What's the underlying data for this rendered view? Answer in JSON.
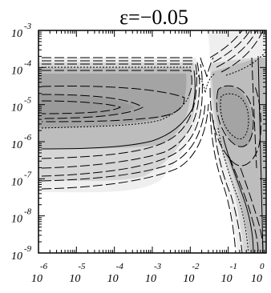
{
  "chart_data": {
    "type": "contour",
    "title": "ε=−0.05",
    "x_scale": "log",
    "y_scale": "log",
    "xlim": [
      1e-06,
      1
    ],
    "ylim": [
      1e-09,
      0.001
    ],
    "x_tick_exponents": [
      "-6",
      "-5",
      "-4",
      "-3",
      "-2",
      "-1",
      "0"
    ],
    "y_tick_exponents": [
      "-3",
      "-4",
      "-5",
      "-6",
      "-7",
      "-8",
      "-9"
    ],
    "tick_base": "10",
    "grid": false,
    "legend": "none",
    "fill_levels": [
      {
        "shade": "lightest",
        "color": "#efefef"
      },
      {
        "shade": "light",
        "color": "#d6d6d6"
      },
      {
        "shade": "medium",
        "color": "#bdbdbd"
      },
      {
        "shade": "dark",
        "color": "#a4a4a4"
      }
    ],
    "line_styles": [
      "dashed",
      "dotted",
      "solid"
    ]
  }
}
